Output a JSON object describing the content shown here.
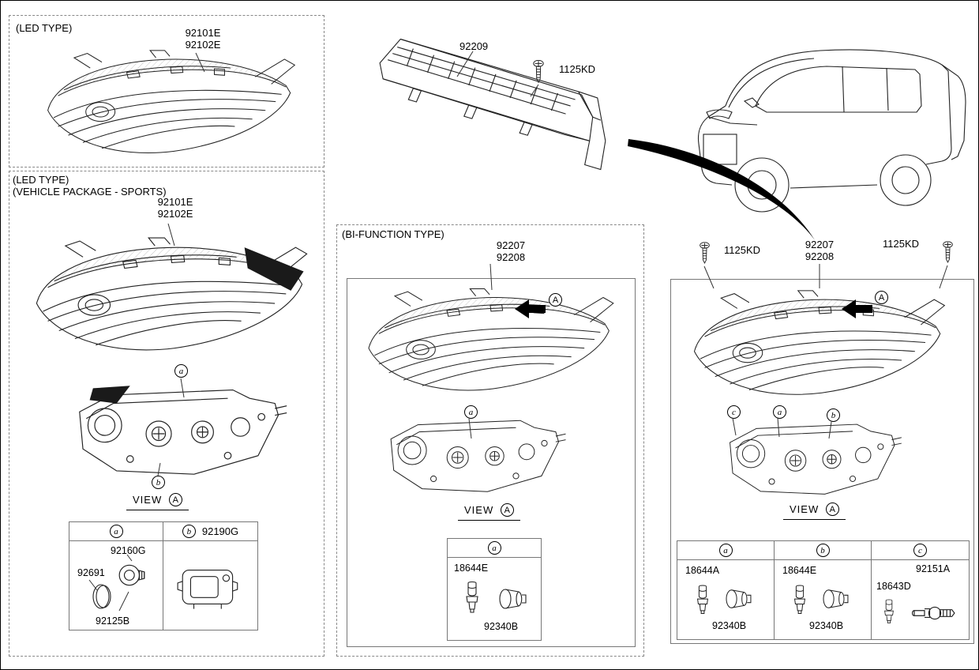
{
  "sections": {
    "led_top": {
      "title": "(LED TYPE)",
      "part_no_1": "92101E",
      "part_no_2": "92102E"
    },
    "led_sports": {
      "title_line1": "(LED TYPE)",
      "title_line2": "(VEHICLE PACKAGE - SPORTS)",
      "part_no_1": "92101E",
      "part_no_2": "92102E",
      "callout_a": "a",
      "callout_b": "b",
      "view_label": "VIEW",
      "view_ref": "A",
      "table": {
        "col_a_letter": "a",
        "col_b_letter": "b",
        "col_b_part": "92190G",
        "bulb_part": "92160G",
        "cap_part": "92691",
        "retainer_part": "92125B"
      }
    },
    "drl": {
      "part_no": "92209",
      "screw_part": "1125KD"
    },
    "bi_function": {
      "title": "(BI-FUNCTION TYPE)",
      "part_no_1": "92207",
      "part_no_2": "92208",
      "arrow_ref": "A",
      "callout_a": "a",
      "view_label": "VIEW",
      "view_ref": "A",
      "table": {
        "col_a_letter": "a",
        "bulb_part": "18644E",
        "socket_part": "92340B"
      }
    },
    "standard": {
      "screw_part_left": "1125KD",
      "screw_part_right": "1125KD",
      "part_no_1": "92207",
      "part_no_2": "92208",
      "arrow_ref": "A",
      "callout_a": "a",
      "callout_b": "b",
      "callout_c": "c",
      "view_label": "VIEW",
      "view_ref": "A",
      "table": {
        "col_a_letter": "a",
        "col_a_bulb": "18644A",
        "col_a_socket": "92340B",
        "col_b_letter": "b",
        "col_b_bulb": "18644E",
        "col_b_socket": "92340B",
        "col_c_letter": "c",
        "col_c_part1": "92151A",
        "col_c_part2": "18643D"
      }
    }
  }
}
